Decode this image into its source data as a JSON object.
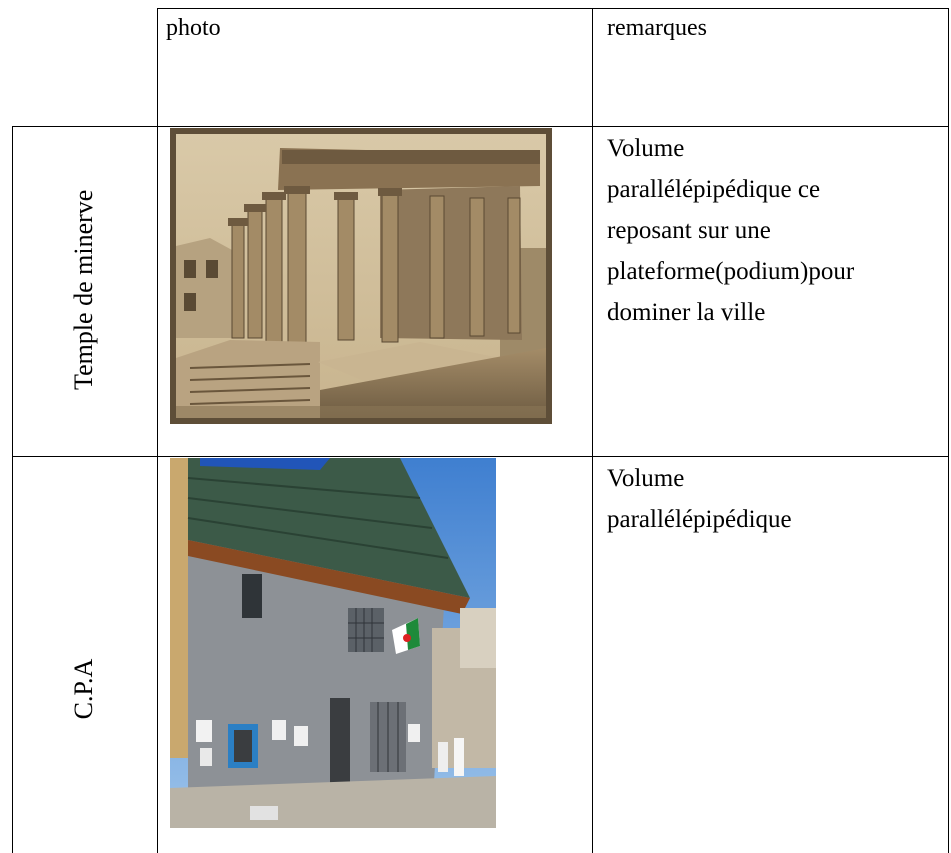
{
  "table": {
    "header": {
      "photo_label": "photo",
      "remarks_label": "remarques"
    },
    "rows": [
      {
        "name": "Temple de minerve",
        "photo": "sepia-temple-photo",
        "remark_lines": [
          "Volume",
          "parallélépipédique ce",
          "reposant sur une",
          "plateforme(podium)pour",
          "dominer la ville"
        ]
      },
      {
        "name": "C.P.A",
        "photo": "building-color-photo",
        "remark_lines": [
          "Volume",
          "parallélépipédique"
        ]
      }
    ]
  }
}
